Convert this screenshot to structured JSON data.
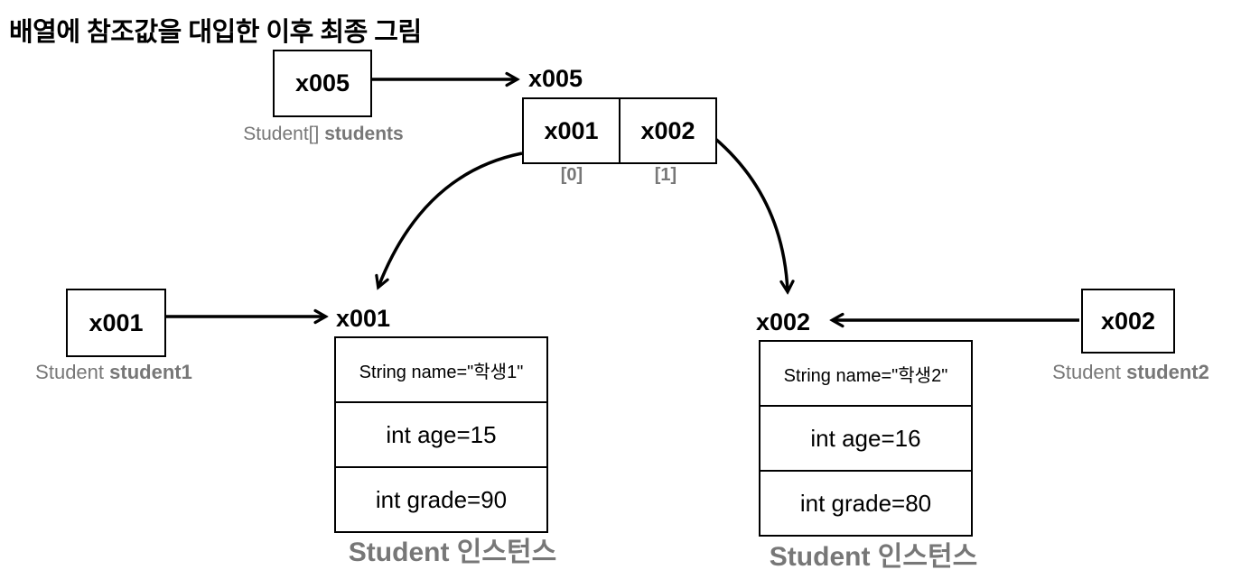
{
  "title": "배열에 참조값을 대입한 이후 최종 그림",
  "array_var": {
    "box_label": "x005",
    "caption_plain": "Student[]",
    "caption_bold": "students"
  },
  "array_object": {
    "ref_title": "x005",
    "cells": [
      {
        "value": "x001",
        "index": "[0]"
      },
      {
        "value": "x002",
        "index": "[1]"
      }
    ]
  },
  "student1_var": {
    "box_label": "x001",
    "caption_plain": "Student",
    "caption_bold": "student1"
  },
  "student2_var": {
    "box_label": "x002",
    "caption_plain": "Student",
    "caption_bold": "student2"
  },
  "student1_object": {
    "ref_title": "x001",
    "fields": [
      "String name=\"학생1\"",
      "int age=15",
      "int grade=90"
    ],
    "caption": "Student 인스턴스"
  },
  "student2_object": {
    "ref_title": "x002",
    "fields": [
      "String name=\"학생2\"",
      "int age=16",
      "int grade=80"
    ],
    "caption": "Student 인스턴스"
  },
  "colors": {
    "line": "#000000",
    "muted_text": "#777777",
    "background": "#ffffff"
  }
}
